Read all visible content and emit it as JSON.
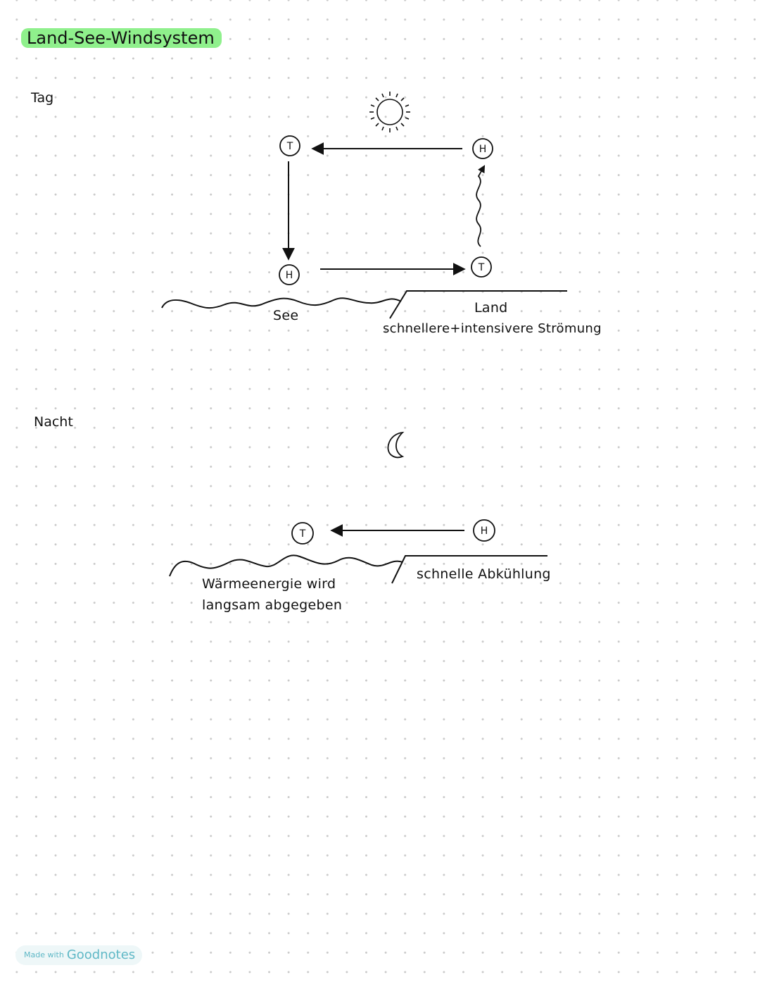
{
  "title": "Land-See-Windsystem",
  "day": {
    "heading": "Tag",
    "pressure_labels": {
      "top_left": "T",
      "top_right": "H",
      "bottom_left": "H",
      "bottom_right": "T"
    },
    "sea_label": "See",
    "land_label": "Land",
    "land_note": "schnellere+intensivere Strömung"
  },
  "night": {
    "heading": "Nacht",
    "pressure_labels": {
      "left": "T",
      "right": "H"
    },
    "sea_note_line1": "Wärmeenergie wird",
    "sea_note_line2": "langsam abgegeben",
    "land_note": "schnelle Abkühlung"
  },
  "footer": {
    "made_with": "Made with",
    "brand": "Goodnotes"
  },
  "colors": {
    "highlight": "#8ff08c",
    "ink": "#111111",
    "brand": "#5fb8c6"
  }
}
